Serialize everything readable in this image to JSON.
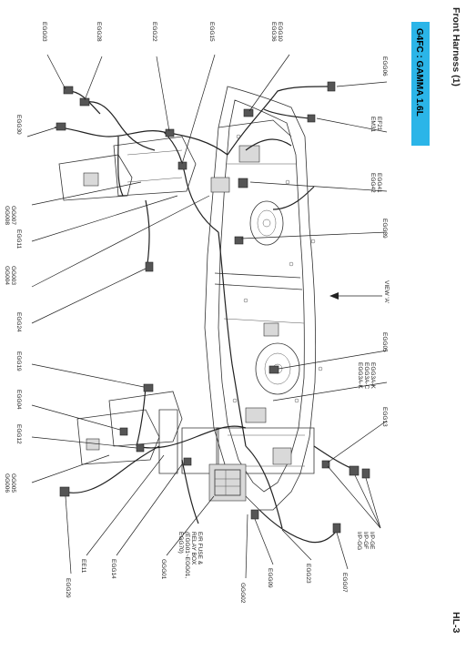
{
  "page": {
    "title": "Front Harness (1)",
    "page_number": "HL-3"
  },
  "banner": {
    "text": "G4FC : GAMMA 1.6L",
    "color": "#2bb5e8"
  },
  "view": {
    "label": "VIEW 'A'"
  },
  "labels": {
    "EGG03": "EGG03",
    "EGG28": "EGG28",
    "EGG22": "EGG22",
    "EGG15": "EGG15",
    "EGG10_36": "EGG10\nEGG36",
    "EGG06": "EGG06",
    "EF21_EM31": "EF21\nEM31",
    "EGG41_42": "EGG41\nEGG42",
    "EGG39": "EGG39",
    "EGG05": "EGG05",
    "EGG3AK": "EGG3A-K\nEGG3A-C\nEGG3A-K",
    "EGG13": "EGG13",
    "EGG30": "EGG30",
    "GG007_08": "GG007\nGG008",
    "EGG11": "EGG11",
    "GG003_04": "GG003\nGG004",
    "EGG24": "EGG24",
    "EGG19": "EGG19",
    "EGG04": "EGG04",
    "EGG12": "EGG12",
    "GG005_06": "GG005\nGG006",
    "EGG29": "EGG29",
    "EE11": "EE11",
    "EGG14": "EGG14",
    "GGG01": "GGG01",
    "ER_FUSE": "E/R FUSE &\nRELAY BOX\n(EGG01~EGG01,\nEGG70)",
    "GGG02": "GGG02",
    "EGG09": "EGG09",
    "EGG23": "EGG23",
    "EGG07": "EGG07",
    "IPGE": "I/P-GE\nI/P-GF\nI/P-GG"
  }
}
